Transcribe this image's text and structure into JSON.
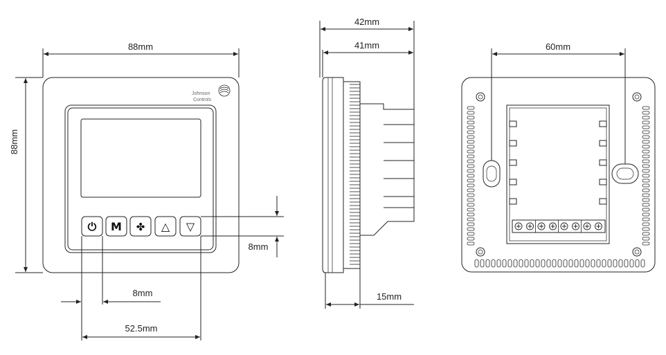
{
  "dimensions": {
    "front_width": "88mm",
    "front_height": "88mm",
    "button_height": "8mm",
    "button_width": "8mm",
    "button_span": "52.5mm",
    "side_total_depth": "42mm",
    "side_body_depth": "41mm",
    "side_plate_depth": "15mm",
    "back_hole_spacing": "60mm"
  },
  "brand": {
    "line1": "Johnson",
    "line2": "Controls"
  },
  "buttons": [
    {
      "name": "power",
      "glyph": "⏻",
      "icon": "power-icon"
    },
    {
      "name": "mode",
      "glyph": "M",
      "icon": "mode-icon"
    },
    {
      "name": "fan",
      "glyph": "✤",
      "icon": "fan-icon"
    },
    {
      "name": "up",
      "glyph": "△",
      "icon": "up-triangle-icon"
    },
    {
      "name": "down",
      "glyph": "▽",
      "icon": "down-triangle-icon"
    }
  ]
}
